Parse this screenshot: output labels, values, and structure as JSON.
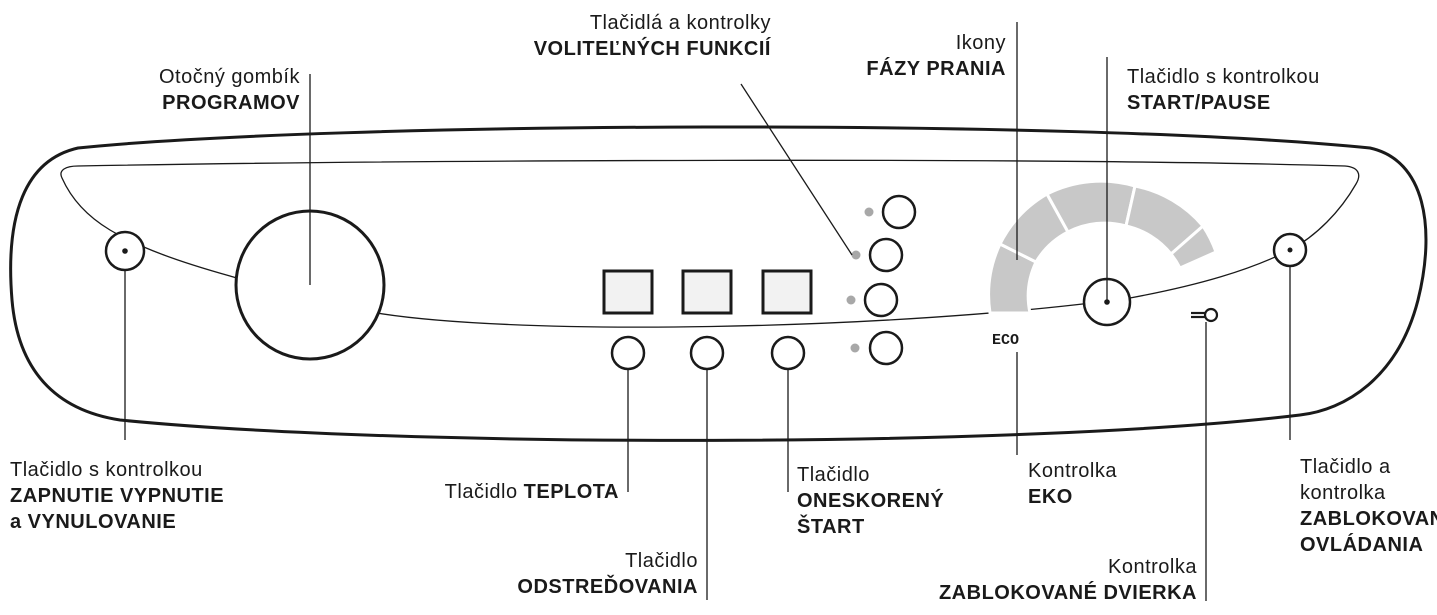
{
  "labels": {
    "programs_l1": "Otočný gombík",
    "programs_l2": "PROGRAMOV",
    "options_l1": "Tlačidlá a kontrolky",
    "options_l2": "VOLITEĽNÝCH FUNKCIÍ",
    "phases_l1": "Ikony",
    "phases_l2": "FÁZY PRANIA",
    "start_l1": "Tlačidlo s kontrolkou",
    "start_l2": "START/PAUSE",
    "power_l1": "Tlačidlo s kontrolkou",
    "power_l2": "ZAPNUTIE VYPNUTIE",
    "power_l3": "a VYNULOVANIE",
    "temp_l1": "Tlačidlo",
    "temp_l1b": "TEPLOTA",
    "spin_l1": "Tlačidlo",
    "spin_l2": "ODSTREĎOVANIA",
    "delay_l1": "Tlačidlo",
    "delay_l2": "ONESKORENÝ",
    "delay_l3": "ŠTART",
    "eco_l1": "Kontrolka",
    "eco_l2": "EKO",
    "door_l1": "Kontrolka",
    "door_l2": "ZABLOKOVANÉ DVIERKA",
    "lock_l1": "Tlačidlo a",
    "lock_l2": "kontrolka",
    "lock_l3": "ZABLOKOVANIA",
    "lock_l4": "OVLÁDANIA"
  },
  "panel": {
    "eco_text": "ECO"
  },
  "colors": {
    "line": "#1a1a1a",
    "phase_arc": "#c8c8c8",
    "led": "#a8a8a8",
    "display": "#f2f2f2"
  }
}
